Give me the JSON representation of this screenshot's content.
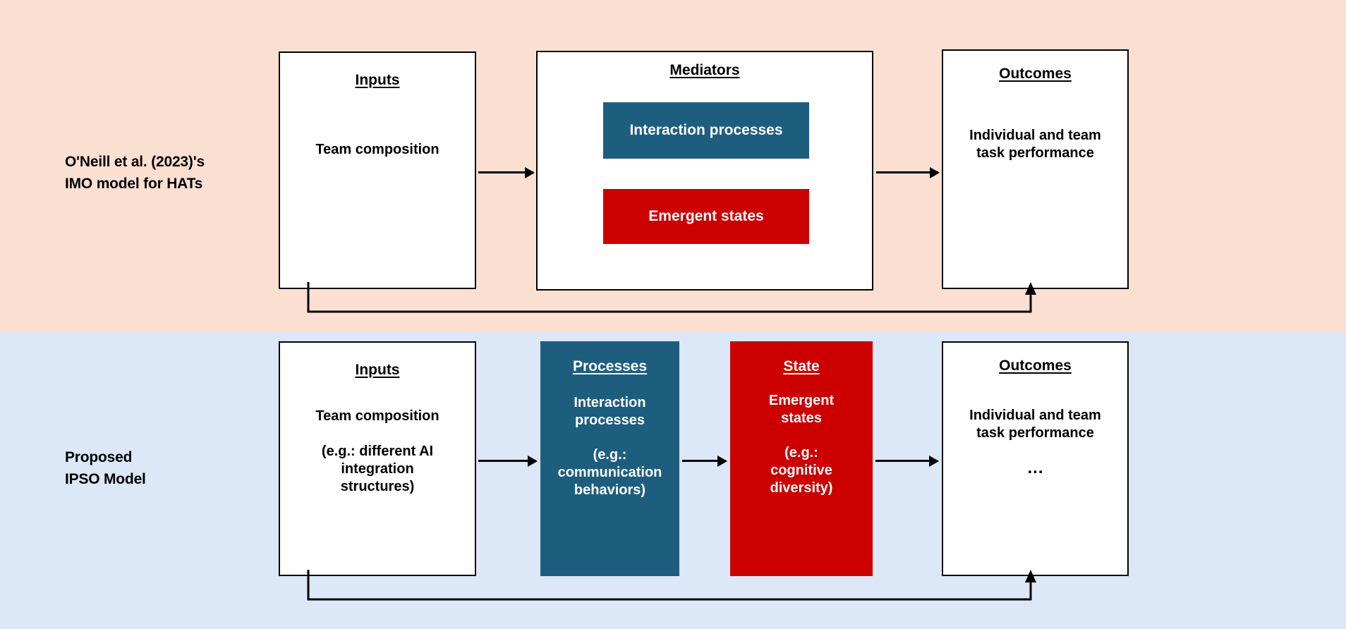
{
  "figure": {
    "title": "IMO vs IPSO model comparison diagram",
    "colors": {
      "top_panel_bg": "#fbe0d2",
      "bottom_panel_bg": "#dce8f7",
      "process_teal": "#1d5e7f",
      "state_red": "#cc0000",
      "box_border": "#000000",
      "box_fill": "#ffffff",
      "text": "#000000",
      "chip_text": "#ffffff"
    }
  },
  "rows": {
    "top": {
      "label": "O'Neill et al. (2023)'s\nIMO model for HATs",
      "inputs": {
        "title": "Inputs",
        "body": "Team composition"
      },
      "mediators": {
        "title": "Mediators",
        "chips": [
          {
            "label": "Interaction processes",
            "color": "#1d5e7f"
          },
          {
            "label": "Emergent states",
            "color": "#cc0000"
          }
        ]
      },
      "outcomes": {
        "title": "Outcomes",
        "body": "Individual and team\ntask performance"
      }
    },
    "bottom": {
      "label": "Proposed\nIPSO Model",
      "inputs": {
        "title": "Inputs",
        "body": "Team composition",
        "example": "(e.g.: different AI\nintegration\nstructures)"
      },
      "processes": {
        "title": "Processes",
        "body": "Interaction\nprocesses",
        "example": "(e.g.:\ncommunication\nbehaviors)"
      },
      "state": {
        "title": "State",
        "body": "Emergent\nstates",
        "example": "(e.g.:\ncognitive\ndiversity)"
      },
      "outcomes": {
        "title": "Outcomes",
        "body": "Individual and team\ntask performance",
        "example": "…"
      }
    }
  }
}
